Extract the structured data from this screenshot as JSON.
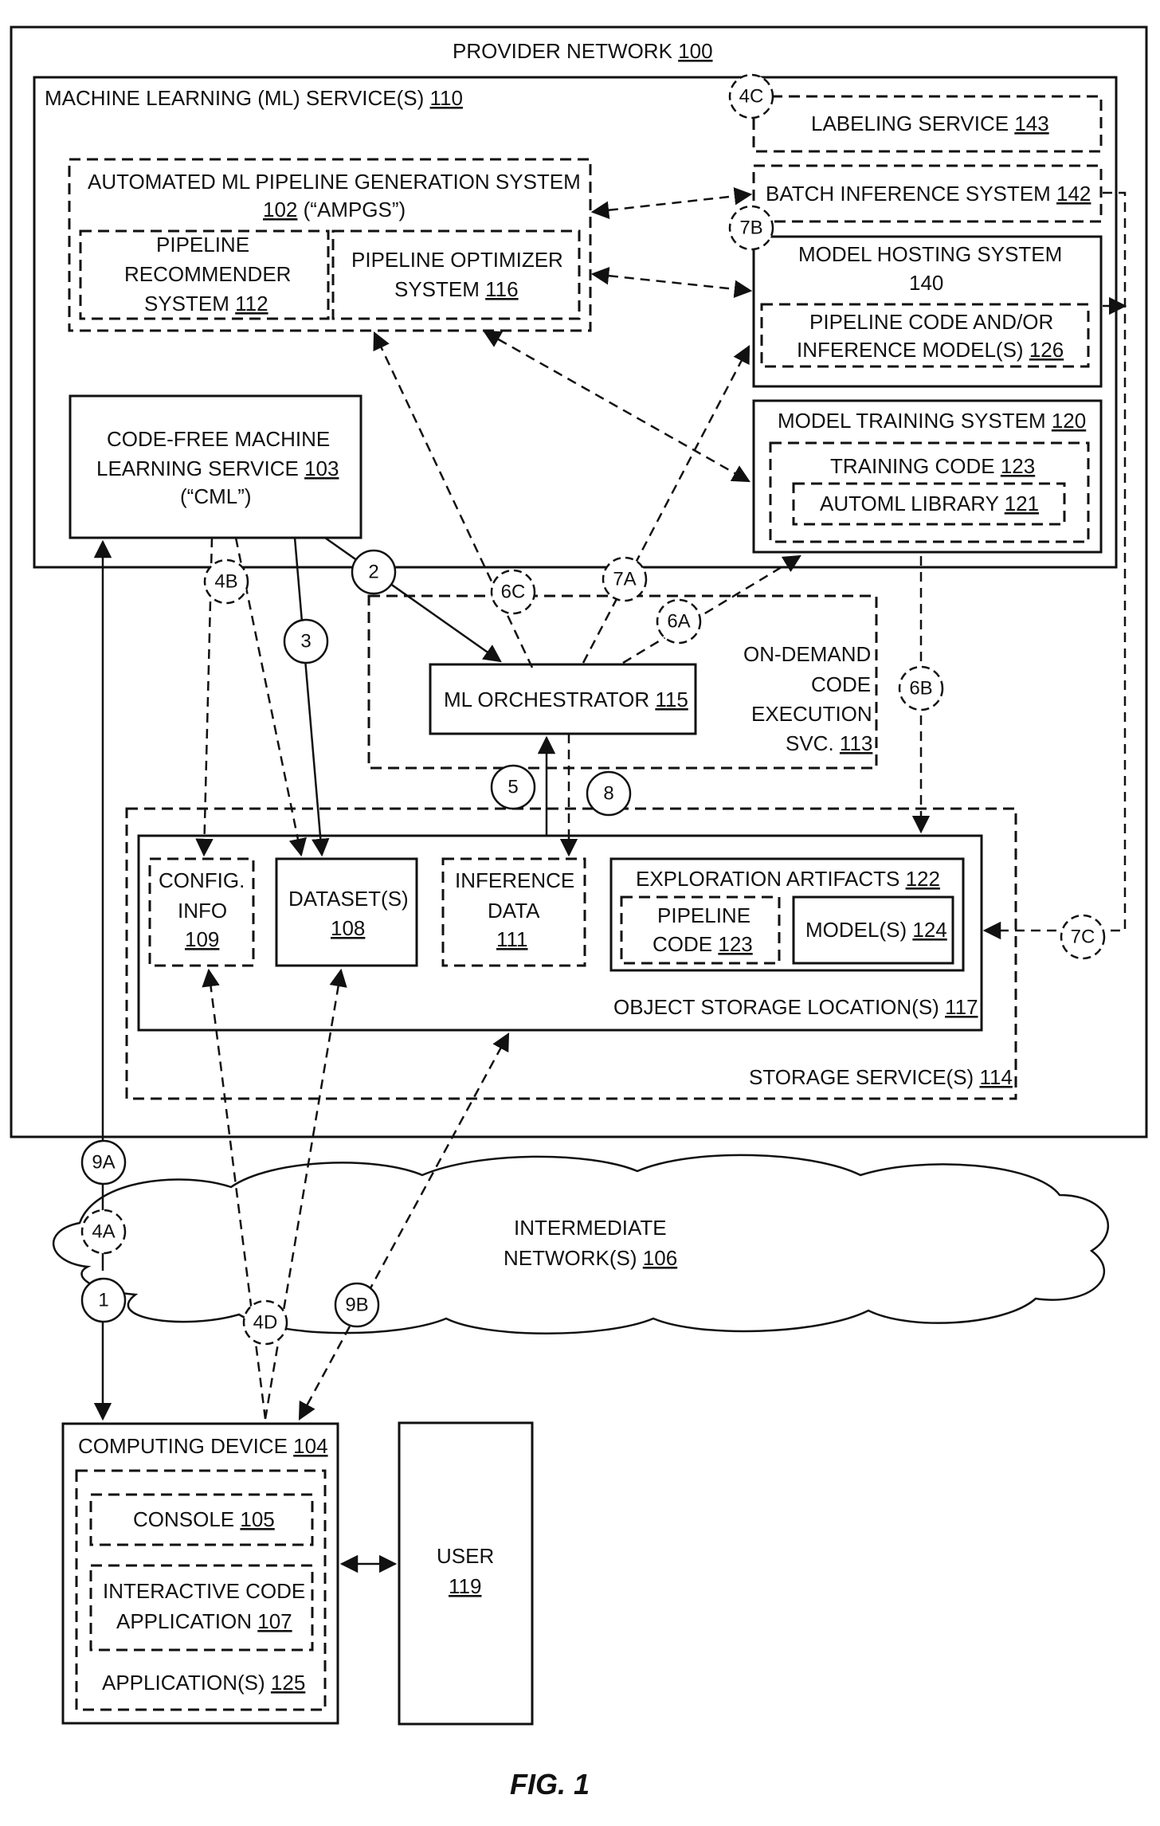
{
  "figure_label": "FIG. 1",
  "components": {
    "provider_network": {
      "name": "PROVIDER NETWORK",
      "ref": "100"
    },
    "ml_services": {
      "name": "MACHINE LEARNING (ML) SERVICE(S)",
      "ref": "110"
    },
    "labeling_service": {
      "name": "LABELING SERVICE",
      "ref": "143"
    },
    "ampgs": {
      "line1": "AUTOMATED ML PIPELINE GENERATION SYSTEM",
      "ref": "102",
      "suffix": "(“AMPGS”)"
    },
    "pipeline_recommender": {
      "line1": "PIPELINE",
      "line2": "RECOMMENDER",
      "line3": "SYSTEM",
      "ref": "112"
    },
    "pipeline_optimizer": {
      "line1": "PIPELINE OPTIMIZER",
      "line2": "SYSTEM",
      "ref": "116"
    },
    "batch_inference": {
      "name": "BATCH INFERENCE SYSTEM",
      "ref": "142"
    },
    "model_hosting": {
      "name": "MODEL HOSTING SYSTEM",
      "ref": "140"
    },
    "pipeline_code_inference": {
      "line1": "PIPELINE CODE AND/OR",
      "line2": "INFERENCE MODEL(S)",
      "ref": "126"
    },
    "cml": {
      "line1": "CODE-FREE MACHINE",
      "line2": "LEARNING SERVICE",
      "ref": "103",
      "line3": "(“CML”)"
    },
    "model_training": {
      "name": "MODEL TRAINING SYSTEM",
      "ref": "120"
    },
    "training_code": {
      "name": "TRAINING CODE",
      "ref": "123"
    },
    "automl_library": {
      "name": "AUTOML LIBRARY",
      "ref": "121"
    },
    "on_demand": {
      "line1": "ON-DEMAND",
      "line2": "CODE",
      "line3": "EXECUTION",
      "line4": "SVC.",
      "ref": "113"
    },
    "ml_orchestrator": {
      "name": "ML ORCHESTRATOR",
      "ref": "115"
    },
    "storage_services": {
      "name": "STORAGE SERVICE(S)",
      "ref": "114"
    },
    "object_storage": {
      "name": "OBJECT STORAGE LOCATION(S)",
      "ref": "117"
    },
    "config_info": {
      "line1": "CONFIG.",
      "line2": "INFO",
      "ref": "109"
    },
    "datasets": {
      "name": "DATASET(S)",
      "ref": "108"
    },
    "inference_data": {
      "line1": "INFERENCE",
      "line2": "DATA",
      "ref": "111"
    },
    "exploration_artifacts": {
      "name": "EXPLORATION ARTIFACTS",
      "ref": "122"
    },
    "pipeline_code": {
      "line1": "PIPELINE",
      "line2": "CODE",
      "ref": "123"
    },
    "models": {
      "name": "MODEL(S)",
      "ref": "124"
    },
    "intermediate_network": {
      "line1": "INTERMEDIATE",
      "line2": "NETWORK(S)",
      "ref": "106"
    },
    "computing_device": {
      "name": "COMPUTING DEVICE",
      "ref": "104"
    },
    "console": {
      "name": "CONSOLE",
      "ref": "105"
    },
    "interactive_code": {
      "line1": "INTERACTIVE CODE",
      "line2": "APPLICATION",
      "ref": "107"
    },
    "applications": {
      "name": "APPLICATION(S)",
      "ref": "125"
    },
    "user": {
      "name": "USER",
      "ref": "119"
    }
  },
  "steps": {
    "s1": "1",
    "s2": "2",
    "s3": "3",
    "s4a": "4A",
    "s4b": "4B",
    "s4c": "4C",
    "s4d": "4D",
    "s5": "5",
    "s6a": "6A",
    "s6b": "6B",
    "s6c": "6C",
    "s7a": "7A",
    "s7b": "7B",
    "s7c": "7C",
    "s8": "8",
    "s9a": "9A",
    "s9b": "9B"
  }
}
